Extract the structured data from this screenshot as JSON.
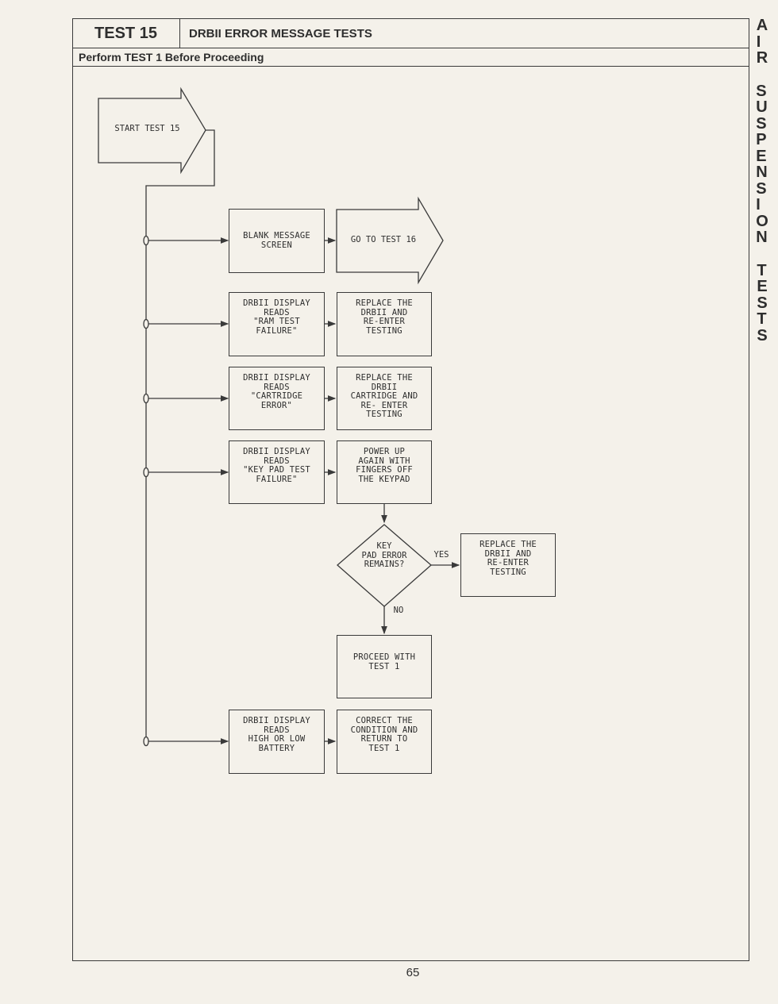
{
  "header": {
    "test_label": "TEST 15",
    "title": "DRBII ERROR MESSAGE TESTS",
    "subtitle": "Perform TEST 1 Before Proceeding"
  },
  "side_tab": {
    "words": [
      "AIR",
      "SUSPENSION",
      "TESTS"
    ]
  },
  "page_number": "65",
  "flow": {
    "start": "START TEST 15",
    "blank_screen": "BLANK MESSAGE\nSCREEN",
    "go_to_test16": "GO TO TEST 16",
    "ram_failure": "DRBII DISPLAY\nREADS\n\"RAM TEST\nFAILURE\"",
    "replace_drbii_1": "REPLACE THE\nDRBII AND\nRE-ENTER\nTESTING",
    "cartridge_error": "DRBII DISPLAY\nREADS\n\"CARTRIDGE\nERROR\"",
    "replace_cartridge": "REPLACE THE\nDRBII\nCARTRIDGE AND\nRE- ENTER\nTESTING",
    "keypad_failure": "DRBII DISPLAY\nREADS\n\"KEY PAD TEST\nFAILURE\"",
    "power_up": "POWER UP\nAGAIN WITH\nFINGERS OFF\nTHE KEYPAD",
    "decision": "KEY\nPAD ERROR\nREMAINS?",
    "yes": "YES",
    "no": "NO",
    "replace_drbii_2": "REPLACE THE\nDRBII AND\nRE-ENTER\nTESTING",
    "proceed_test1": "PROCEED WITH\nTEST 1",
    "battery": "DRBII DISPLAY\nREADS\nHIGH OR LOW\nBATTERY",
    "correct_condition": "CORRECT THE\nCONDITION AND\nRETURN TO\nTEST 1"
  }
}
